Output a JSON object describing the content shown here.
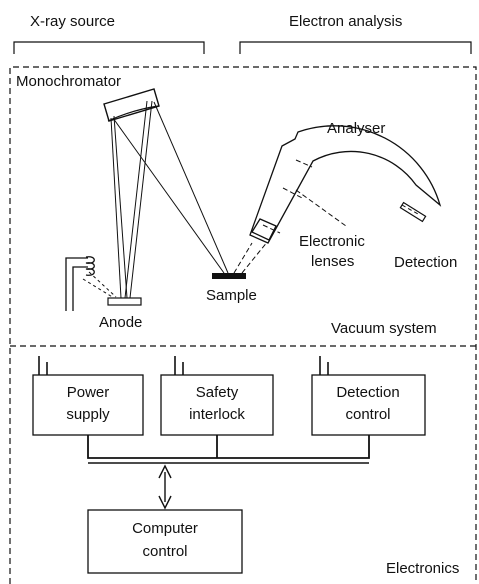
{
  "headers": {
    "xray_source": "X-ray source",
    "electron_analysis": "Electron analysis"
  },
  "labels": {
    "monochromator": "Monochromator",
    "analyser": "Analyser",
    "electronic_lenses_line1": "Electronic",
    "electronic_lenses_line2": "lenses",
    "detection": "Detection",
    "sample": "Sample",
    "anode": "Anode",
    "vacuum_system": "Vacuum system",
    "electronics": "Electronics"
  },
  "boxes": {
    "power_supply": [
      "Power",
      "supply"
    ],
    "safety_interlock": [
      "Safety",
      "interlock"
    ],
    "detection_control": [
      "Detection",
      "control"
    ],
    "computer_control": [
      "Computer",
      "control"
    ]
  }
}
